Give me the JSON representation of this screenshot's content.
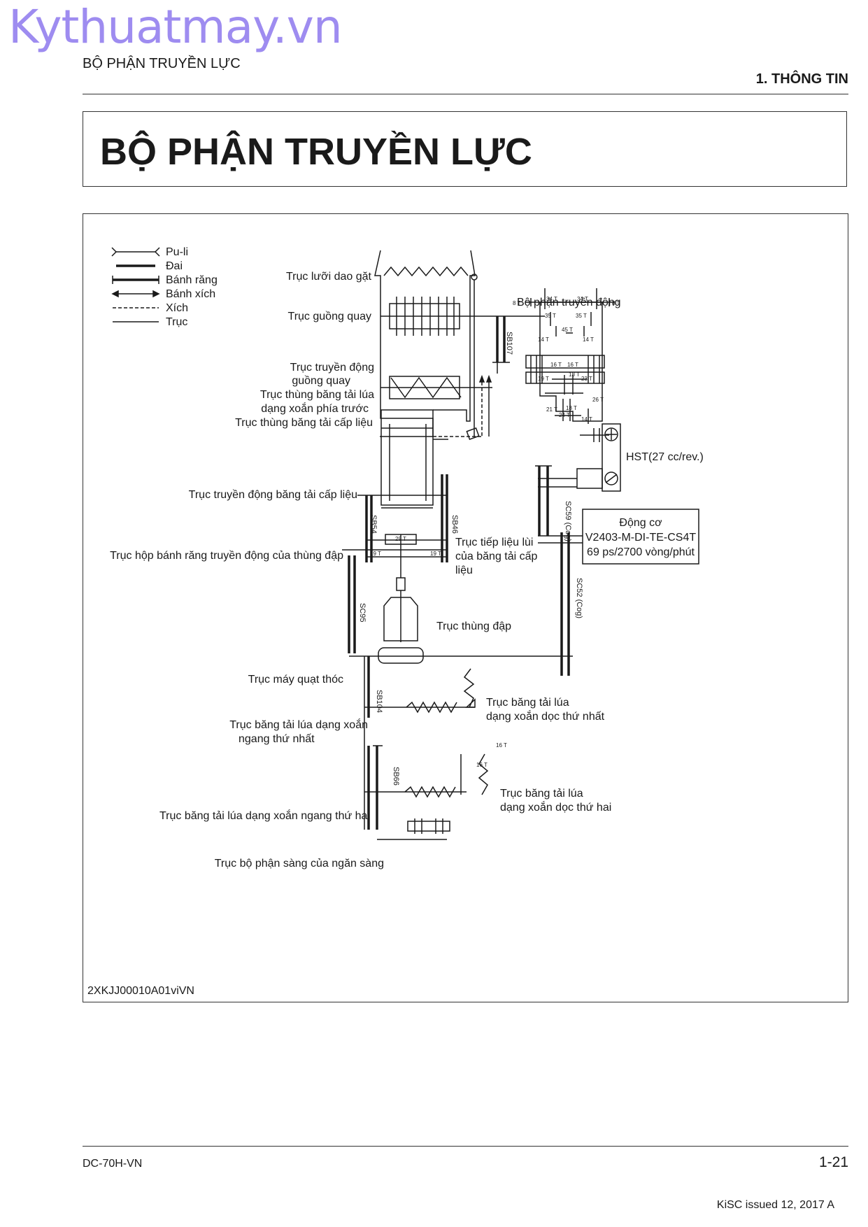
{
  "watermark": "Kythuatmay.vn",
  "header": {
    "section": "BỘ PHẬN TRUYỀN LỰC",
    "chapter": "1. THÔNG TIN"
  },
  "title": "BỘ PHẬN TRUYỀN LỰC",
  "legend": [
    {
      "symbol": "pulley",
      "label": "Pu-li"
    },
    {
      "symbol": "belt",
      "label": "Đai"
    },
    {
      "symbol": "gear",
      "label": "Bánh răng"
    },
    {
      "symbol": "sprocket",
      "label": "Bánh xích"
    },
    {
      "symbol": "chain",
      "label": "Xích"
    },
    {
      "symbol": "shaft",
      "label": "Trục"
    }
  ],
  "labels": {
    "cutter_shaft": "Trục lưỡi dao gặt",
    "reel_shaft": "Trục guồng quay",
    "reel_drive_1": "Trục truyền động",
    "reel_drive_2": "guồng quay",
    "front_auger_1": "Trục thùng băng tải lúa",
    "front_auger_2": "dạng xoắn phía trước",
    "feeder_housing": "Trục thùng băng tải cấp liệu",
    "feeder_drive": "Trục truyền động băng tải cấp liệu",
    "gearbox_shaft": "Trục hộp bánh răng truyền động của thùng đập",
    "reverse_1": "Trục tiếp liệu lùi",
    "reverse_2": "của băng tải cấp",
    "reverse_3": "liệu",
    "thresher": "Trục thùng đập",
    "fan": "Trục máy quạt thóc",
    "h_auger1_1": "Trục băng tải lúa dạng xoắn",
    "h_auger1_2": "ngang thứ nhất",
    "v_auger1_1": "Trục băng tải lúa",
    "v_auger1_2": "dạng xoắn dọc thứ nhất",
    "h_auger2": "Trục băng tải lúa dạng xoắn ngang thứ hai",
    "v_auger2_1": "Trục băng tải lúa",
    "v_auger2_2": "dạng xoắn dọc thứ hai",
    "sieve": "Trục bộ phận sàng của ngăn sàng",
    "transmission": "Bộ phận truyền động",
    "hst": "HST(27 cc/rev.)",
    "engine_1": "Động cơ",
    "engine_2": "V2403-M-DI-TE-CS4T",
    "engine_3": "69 ps/2700 vòng/phút"
  },
  "belts": [
    "SB107",
    "SB54",
    "SB46",
    "SC59 (Cog)",
    "SC95",
    "SC52 (Cog)",
    "SB104",
    "SB66"
  ],
  "teeth": [
    "8 T",
    "34 T",
    "34 T",
    "8 T",
    "35 T",
    "35 T",
    "45 T",
    "14 T",
    "14 T",
    "16 T",
    "16 T",
    "18 T",
    "19 T",
    "23 T",
    "26 T",
    "21 T",
    "18 T",
    "24 T",
    "14 T",
    "29 T",
    "19 T",
    "19 T",
    "16 T",
    "16 T"
  ],
  "diagram_code": "2XKJJ00010A01viVN",
  "footer": {
    "model": "DC-70H-VN",
    "page": "1-21",
    "issued": "KiSC issued 12, 2017 A"
  }
}
